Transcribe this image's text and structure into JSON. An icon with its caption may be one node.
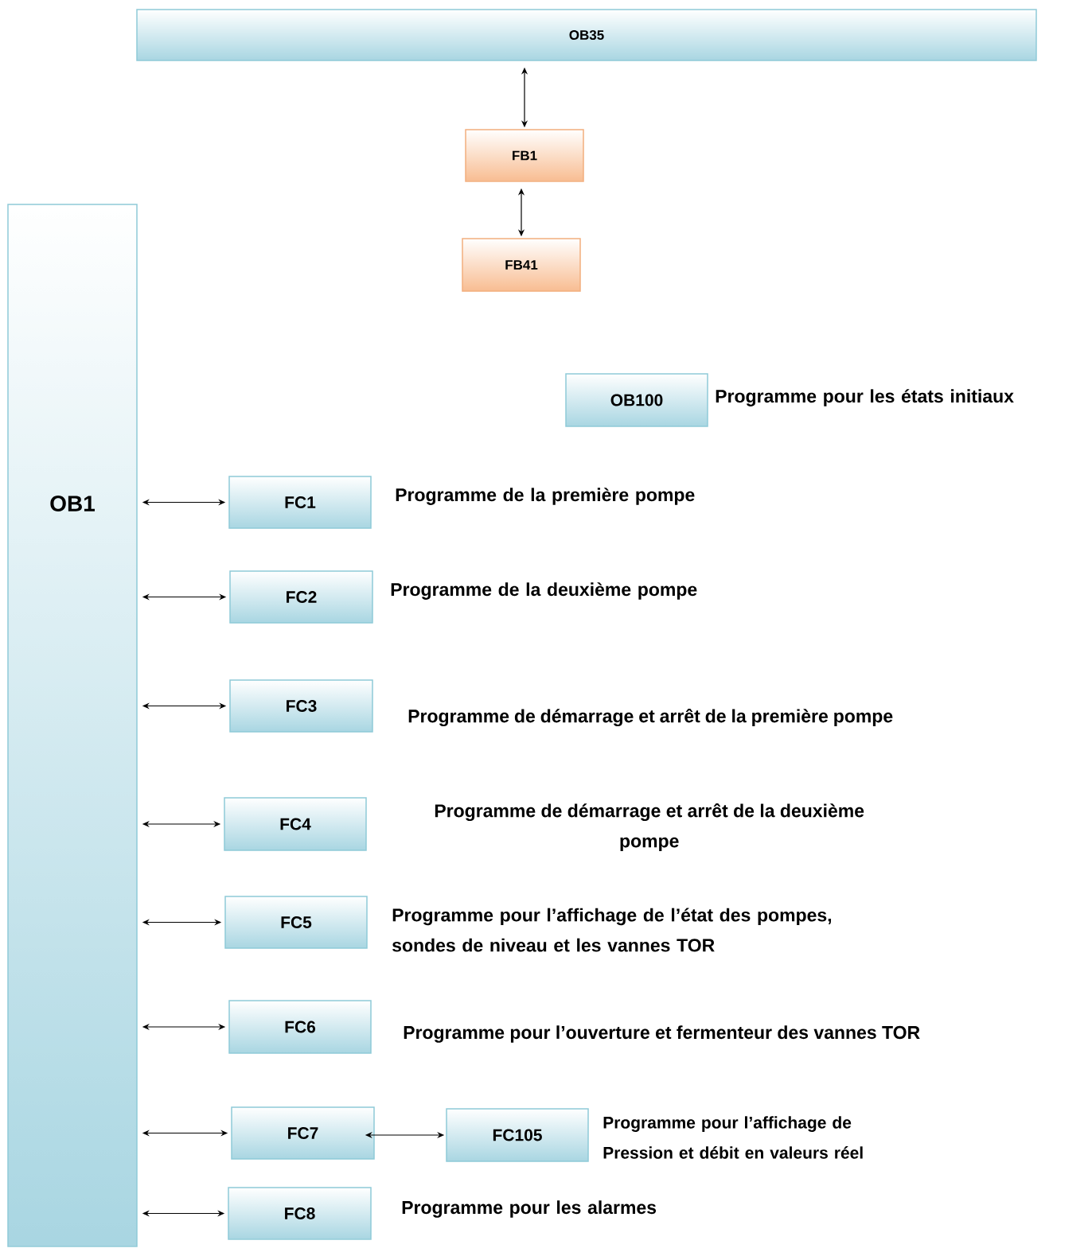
{
  "diagram": {
    "nodes": [
      {
        "text": [
          "OB35"
        ]
      },
      {
        "text": [
          "FB1"
        ]
      },
      {
        "text": [
          "FB41"
        ]
      },
      {
        "text": [
          "OB1"
        ]
      },
      {
        "text": [
          "OB100"
        ],
        "beside": [
          "Programme pour les états initiaux"
        ]
      },
      {
        "text": [
          "FC1"
        ],
        "beside": [
          "Programme de la première pompe"
        ]
      },
      {
        "text": [
          "FC2"
        ],
        "beside": [
          "Programme de la deuxième pompe"
        ]
      },
      {
        "text": [
          "FC3"
        ],
        "beside": [
          "Programme de démarrage et arrêt de la première pompe"
        ]
      },
      {
        "text": [
          "FC4"
        ],
        "beside": [
          "Programme de démarrage et arrêt de la deuxième pompe"
        ]
      },
      {
        "text": [
          "FC5"
        ],
        "beside": [
          "Programme pour l’affichage de l’état des pompes, sondes de niveau et les vannes TOR"
        ]
      },
      {
        "text": [
          "FC6"
        ],
        "beside": [
          "Programme pour l’ouverture et fermenteur des vannes TOR"
        ]
      },
      {
        "text": [
          "FC7"
        ]
      },
      {
        "text": [
          "FC105"
        ],
        "beside": [
          "Programme pour l’affichage de Pression et débit en valeurs réel"
        ]
      },
      {
        "text": [
          "FC8"
        ],
        "beside": [
          "Programme pour les alarmes"
        ]
      }
    ],
    "edges": [
      {
        "from": 0,
        "to": 1,
        "arrow": "both"
      },
      {
        "from": 1,
        "to": 2,
        "arrow": "both"
      },
      {
        "from": 3,
        "to": 5,
        "arrow": "both"
      },
      {
        "from": 3,
        "to": 6,
        "arrow": "both"
      },
      {
        "from": 3,
        "to": 7,
        "arrow": "both"
      },
      {
        "from": 3,
        "to": 8,
        "arrow": "both"
      },
      {
        "from": 3,
        "to": 9,
        "arrow": "both"
      },
      {
        "from": 3,
        "to": 10,
        "arrow": "both"
      },
      {
        "from": 3,
        "to": 11,
        "arrow": "both"
      },
      {
        "from": 11,
        "to": 12,
        "arrow": "both"
      },
      {
        "from": 3,
        "to": 13,
        "arrow": "both"
      }
    ]
  }
}
